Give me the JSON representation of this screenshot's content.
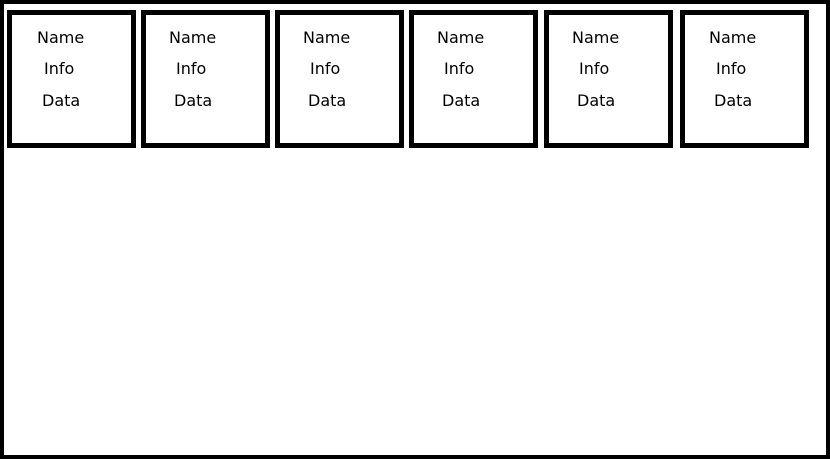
{
  "cards": [
    {
      "name": "Name",
      "info": "Info",
      "data": "Data"
    },
    {
      "name": "Name",
      "info": "Info",
      "data": "Data"
    },
    {
      "name": "Name",
      "info": "Info",
      "data": "Data"
    },
    {
      "name": "Name",
      "info": "Info",
      "data": "Data"
    },
    {
      "name": "Name",
      "info": "Info",
      "data": "Data"
    },
    {
      "name": "Name",
      "info": "Info",
      "data": "Data"
    }
  ]
}
